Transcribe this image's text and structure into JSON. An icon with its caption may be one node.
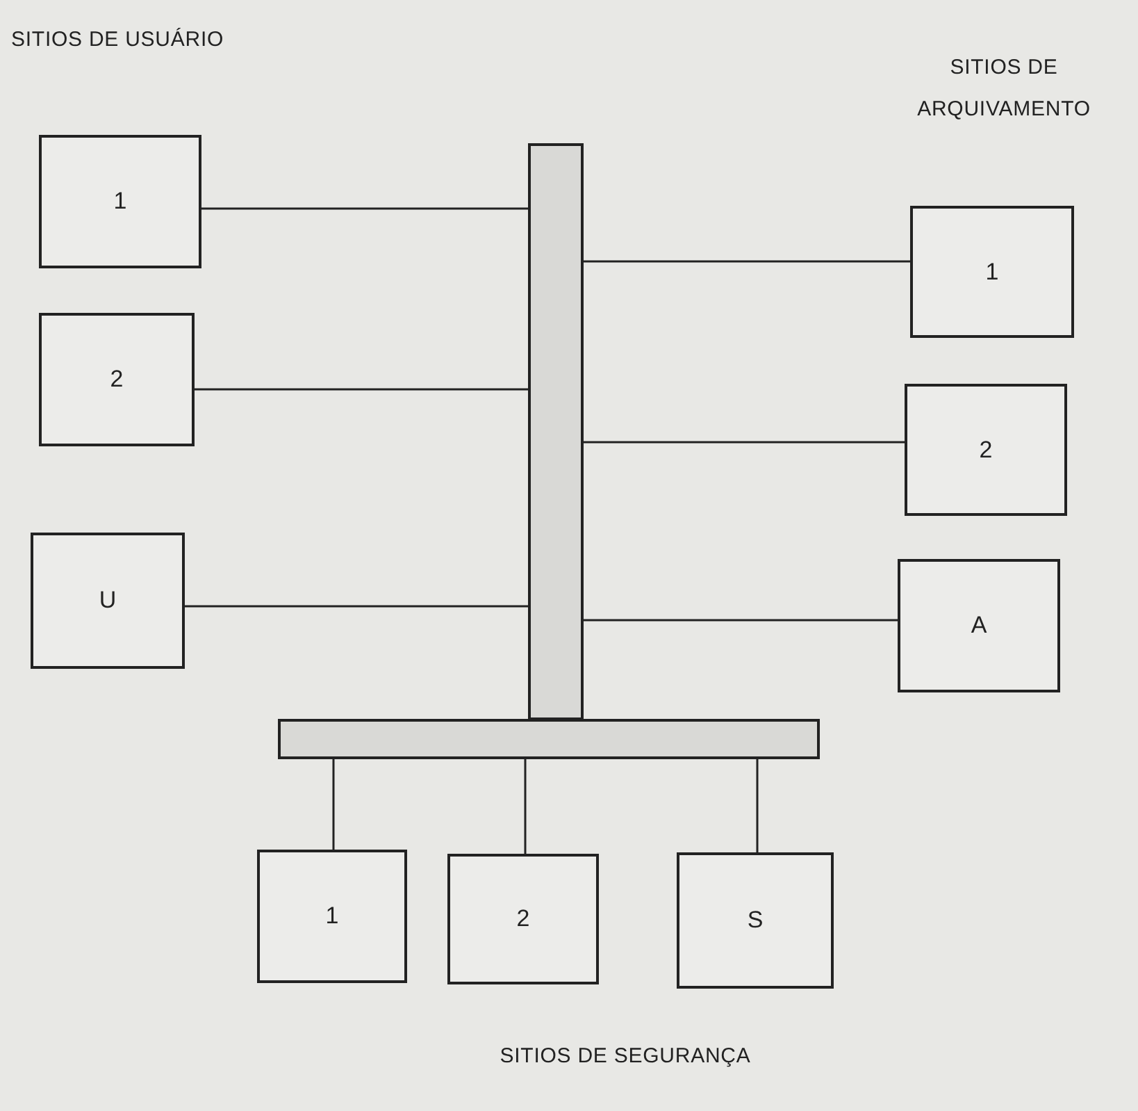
{
  "diagram": {
    "nodes": [
      {
        "text": [],
        "shape": "bar"
      },
      {
        "text": [],
        "shape": "bar"
      },
      {
        "text": [
          "1"
        ]
      },
      {
        "text": [
          "2"
        ]
      },
      {
        "text": [
          "U"
        ]
      },
      {
        "text": [
          "1"
        ]
      },
      {
        "text": [
          "2"
        ]
      },
      {
        "text": [
          "A"
        ]
      },
      {
        "text": [
          "1"
        ]
      },
      {
        "text": [
          "2"
        ]
      },
      {
        "text": [
          "S"
        ]
      }
    ],
    "edges": [
      {
        "from": 2,
        "to": 0,
        "arrow": "none"
      },
      {
        "from": 3,
        "to": 0,
        "arrow": "none"
      },
      {
        "from": 4,
        "to": 0,
        "arrow": "none"
      },
      {
        "from": 0,
        "to": 5,
        "arrow": "none"
      },
      {
        "from": 0,
        "to": 6,
        "arrow": "none"
      },
      {
        "from": 0,
        "to": 7,
        "arrow": "none"
      },
      {
        "from": 1,
        "to": 8,
        "arrow": "none"
      },
      {
        "from": 1,
        "to": 9,
        "arrow": "none"
      },
      {
        "from": 1,
        "to": 10,
        "arrow": "none"
      }
    ],
    "labels": [
      "SITIOS DE USUÁRIO",
      "SITIOS DE ARQUIVAMENTO",
      "SITIOS DE SEGURANÇA"
    ]
  }
}
